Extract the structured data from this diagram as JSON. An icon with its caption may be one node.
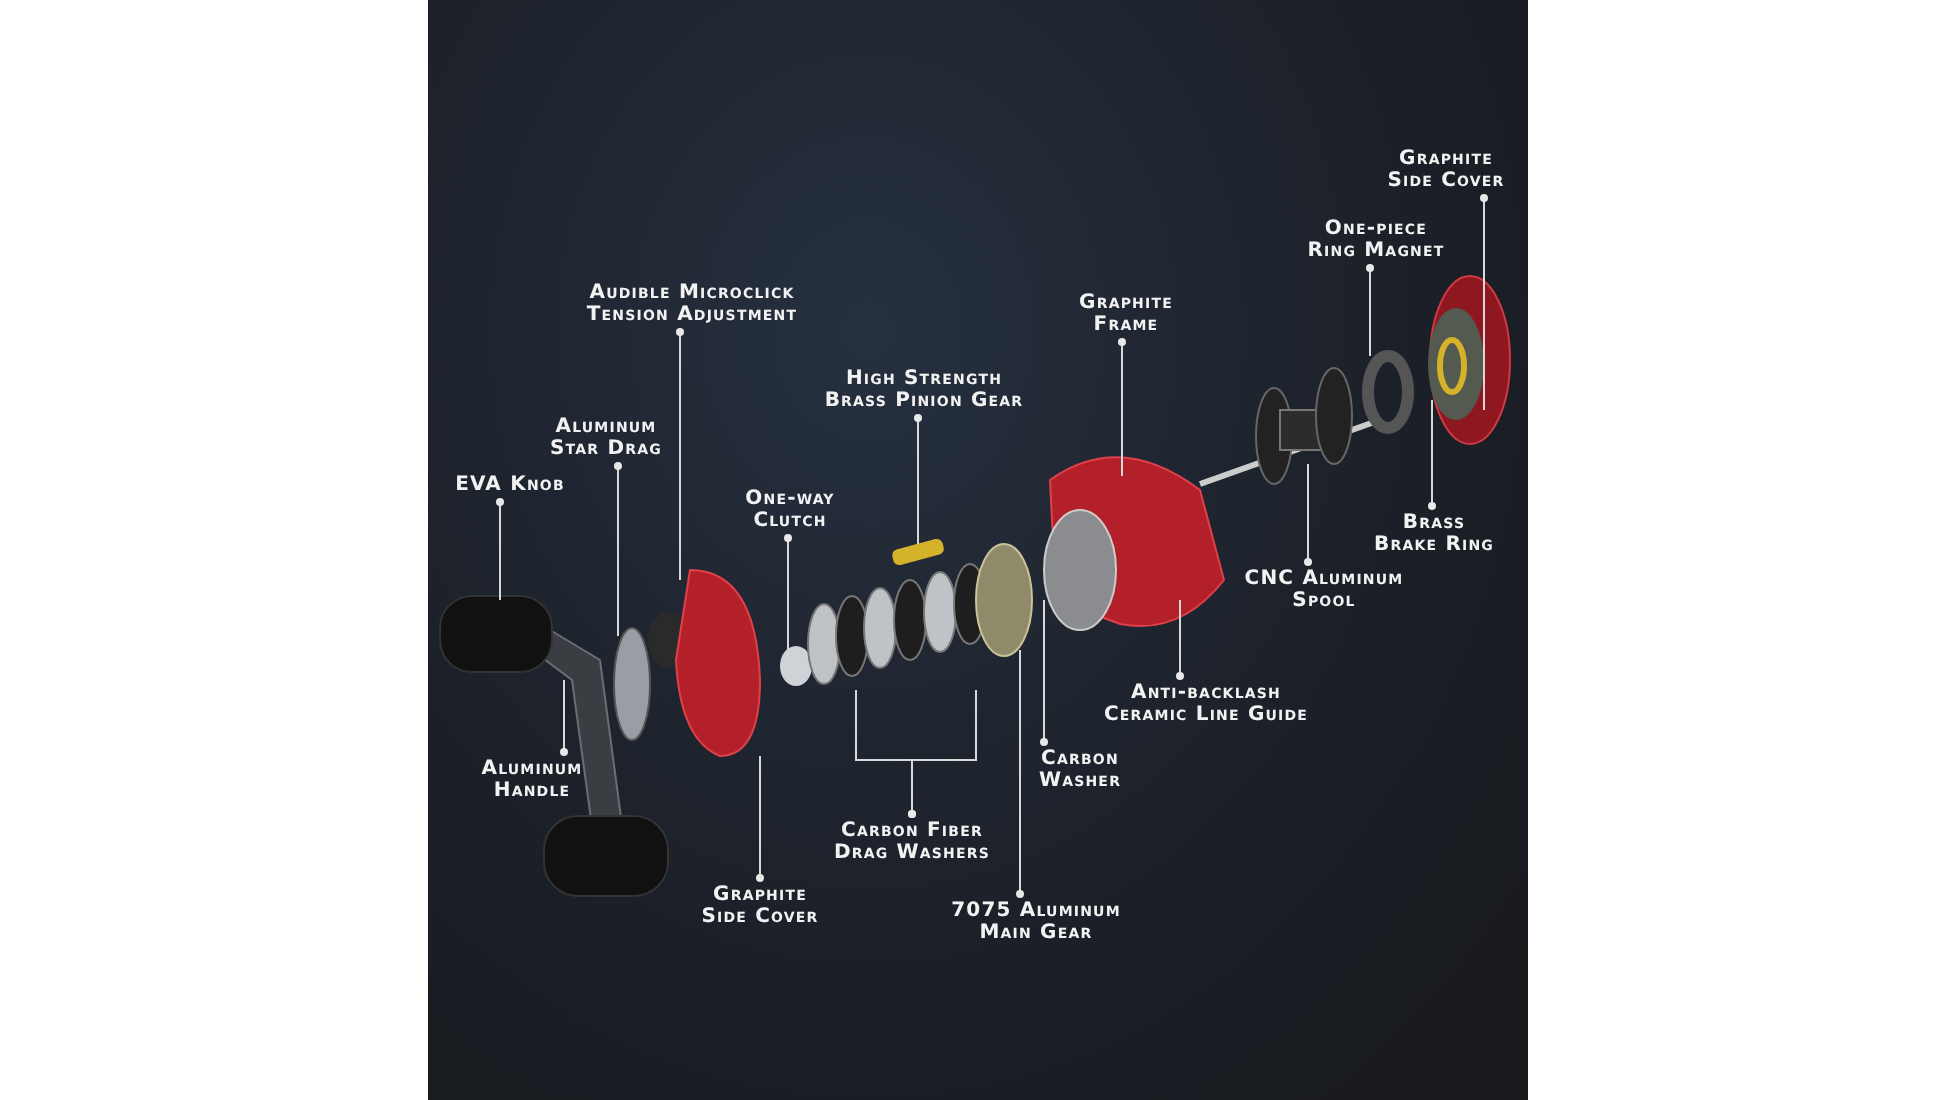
{
  "diagram": {
    "nodes": [
      {
        "text": [
          "Graphite Side Cover"
        ]
      },
      {
        "text": [
          "One-piece Ring Magnet"
        ]
      },
      {
        "text": [
          "Audible Microclick Tension Adjustment"
        ]
      },
      {
        "text": [
          "Graphite Frame"
        ]
      },
      {
        "text": [
          "High Strength Brass Pinion Gear"
        ]
      },
      {
        "text": [
          "Aluminum Star Drag"
        ]
      },
      {
        "text": [
          "EVA Knob"
        ]
      },
      {
        "text": [
          "One-way Clutch"
        ]
      },
      {
        "text": [
          "Brass Brake Ring"
        ]
      },
      {
        "text": [
          "CNC Aluminum Spool"
        ]
      },
      {
        "text": [
          "Anti-backlash Ceramic Line Guide"
        ]
      },
      {
        "text": [
          "Aluminum Handle"
        ]
      },
      {
        "text": [
          "Carbon Washer"
        ]
      },
      {
        "text": [
          "Carbon Fiber Drag Washers"
        ]
      },
      {
        "text": [
          "Graphite Side Cover"
        ]
      },
      {
        "text": [
          "7075 Aluminum Main Gear"
        ]
      }
    ],
    "edges": [
      {
        "from": 0,
        "to": null,
        "arrow": "other"
      },
      {
        "from": 1,
        "to": null,
        "arrow": "other"
      },
      {
        "from": 2,
        "to": null,
        "arrow": "other"
      },
      {
        "from": 3,
        "to": null,
        "arrow": "other"
      },
      {
        "from": 4,
        "to": null,
        "arrow": "other"
      },
      {
        "from": 5,
        "to": null,
        "arrow": "other"
      },
      {
        "from": 6,
        "to": null,
        "arrow": "other"
      },
      {
        "from": 7,
        "to": null,
        "arrow": "other"
      },
      {
        "from": 8,
        "to": null,
        "arrow": "other"
      },
      {
        "from": 9,
        "to": null,
        "arrow": "other"
      },
      {
        "from": 10,
        "to": null,
        "arrow": "other"
      },
      {
        "from": 11,
        "to": null,
        "arrow": "other"
      },
      {
        "from": 12,
        "to": null,
        "arrow": "other"
      },
      {
        "from": 13,
        "to": null,
        "arrow": "other"
      },
      {
        "from": 13,
        "to": null,
        "arrow": "other"
      },
      {
        "from": 14,
        "to": null,
        "arrow": "other"
      },
      {
        "from": 15,
        "to": null,
        "arrow": "other"
      }
    ]
  }
}
